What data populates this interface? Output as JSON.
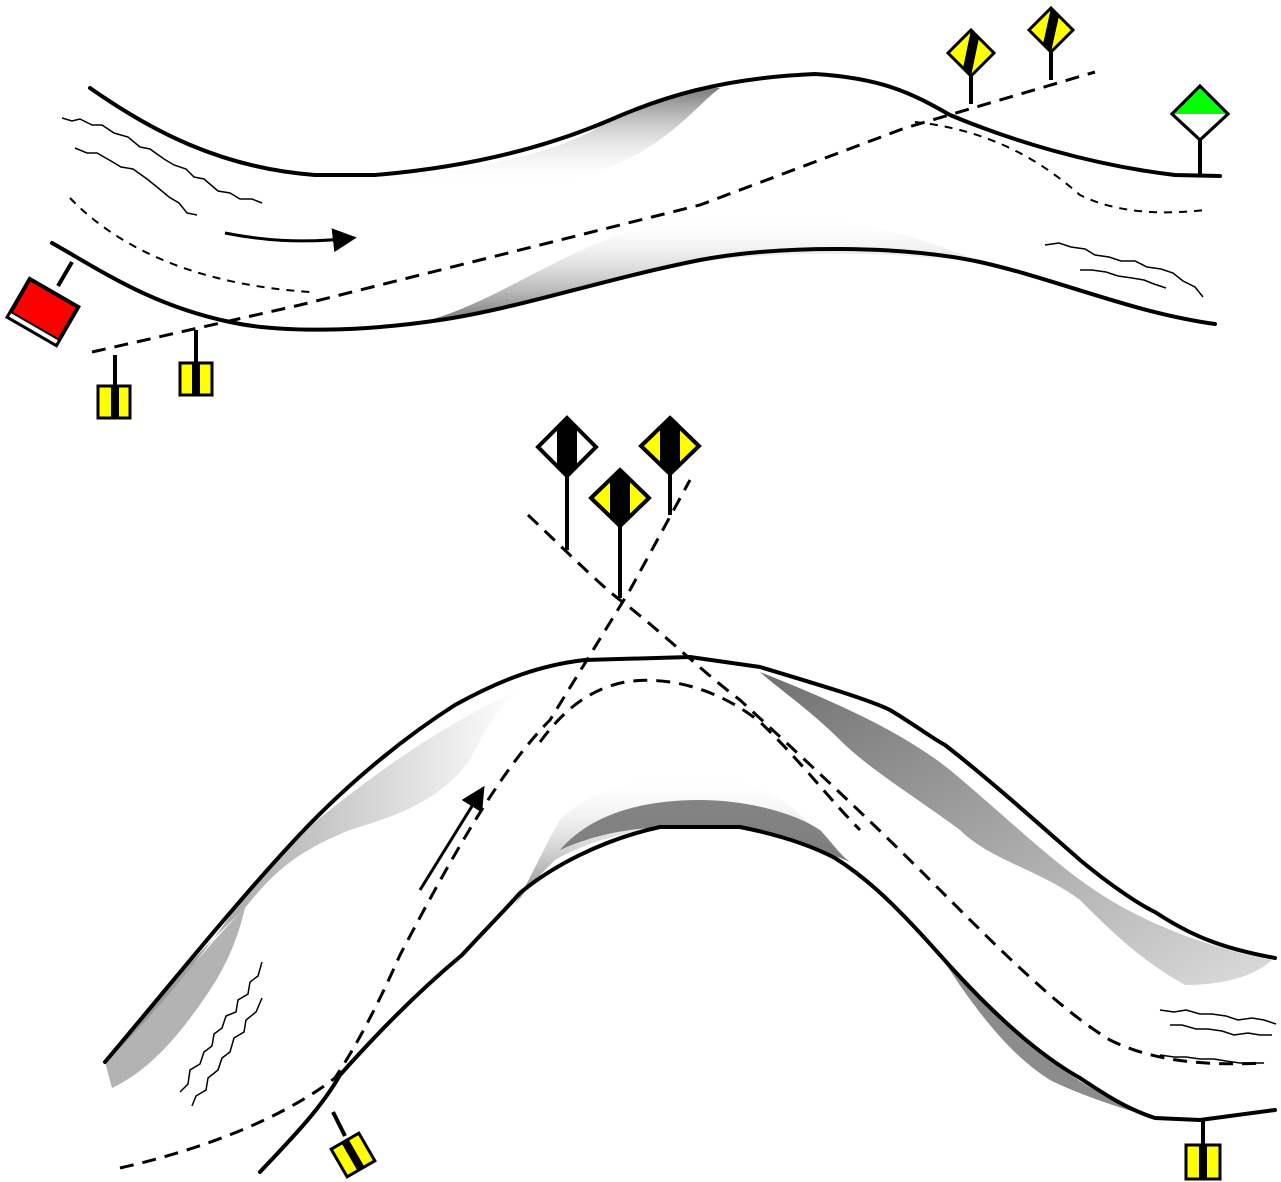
{
  "figure": {
    "description_id": "two-river-bends-channel-marking",
    "colors": {
      "background": "#ffffff",
      "line": "#000000",
      "shoal": "#808080",
      "mark_yellow": "#ffff00",
      "mark_red": "#ff0000",
      "mark_green": "#00ff00"
    },
    "upper_bend": {
      "flow_arrow_icon": "arrow-right-icon",
      "marks": [
        {
          "kind": "red-can-buoy",
          "icon": "red-buoy-icon"
        },
        {
          "kind": "yellow-bank-mark",
          "icon": "yellow-buoy-icon"
        },
        {
          "kind": "yellow-bank-mark",
          "icon": "yellow-buoy-icon"
        },
        {
          "kind": "crossing-sign",
          "icon": "yellow-diamond-sign-icon"
        },
        {
          "kind": "crossing-sign",
          "icon": "yellow-diamond-sign-icon"
        },
        {
          "kind": "green-triangle-sign",
          "icon": "green-diamond-sign-icon"
        }
      ]
    },
    "lower_bend": {
      "flow_arrow_icon": "arrow-up-icon",
      "marks": [
        {
          "kind": "crossing-sign",
          "icon": "yellow-diamond-sign-icon"
        },
        {
          "kind": "crossing-sign",
          "icon": "yellow-diamond-sign-icon"
        },
        {
          "kind": "crossing-sign",
          "icon": "yellow-diamond-sign-icon"
        },
        {
          "kind": "yellow-bank-mark",
          "icon": "yellow-buoy-icon"
        },
        {
          "kind": "yellow-bank-mark",
          "icon": "yellow-buoy-icon"
        }
      ]
    }
  }
}
